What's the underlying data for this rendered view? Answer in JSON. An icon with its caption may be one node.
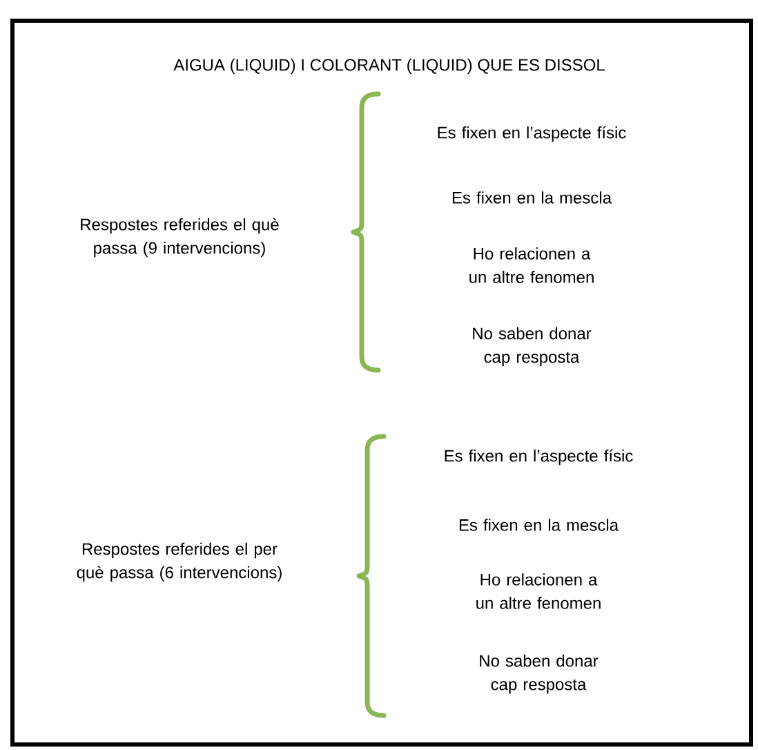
{
  "diagram": {
    "title": "AIGUA (LIQUID) I COLORANT (LIQUID) QUE ES DISSOL",
    "labels": [
      "Respostes referides el què passa (9 intervencions)",
      "Es fixen en l’aspecte físic",
      "Es fixen en la mescla",
      "Ho relacionen a un altre fenomen",
      "No saben donar cap resposta",
      "Respostes referides el per què passa (6 intervencions)",
      "Es fixen en l’aspecte físic",
      "Es fixen en la mescla",
      "Ho relacionen a un altre fenomen",
      "No saben donar cap resposta"
    ]
  }
}
